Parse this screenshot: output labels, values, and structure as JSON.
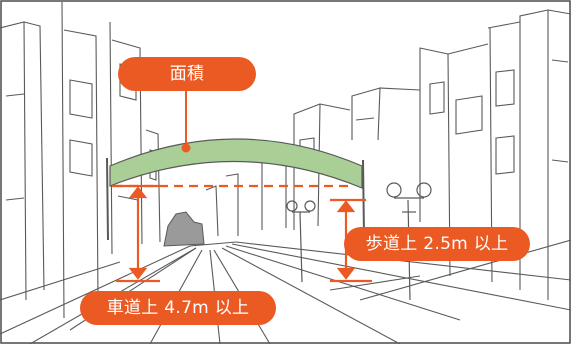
{
  "labels": {
    "area": "面積",
    "sidewalk_clearance": "歩道上 2.5m 以上",
    "roadway_clearance": "車道上 4.7m 以上"
  },
  "colors": {
    "accent": "#ec5a24",
    "canopy_fill": "#a9cf96",
    "line": "#5a5a5a",
    "frame": "#4a4a4a"
  },
  "icons": {
    "lamp": "street-lamp-icon"
  }
}
